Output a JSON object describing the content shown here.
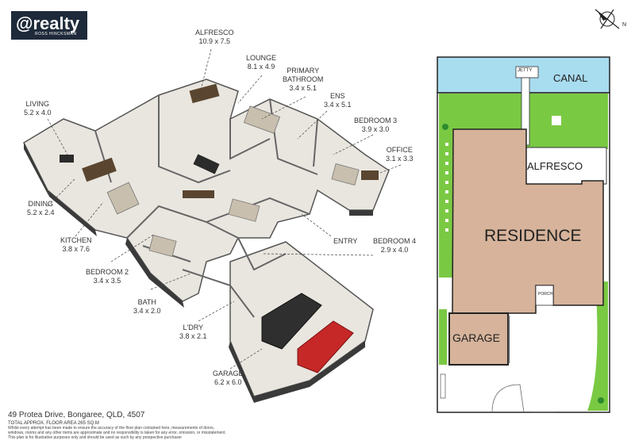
{
  "logo": {
    "text": "@realty",
    "subtext": "ROSS HINCKSMAN"
  },
  "rooms": {
    "alfresco": {
      "name": "ALFRESCO",
      "size": "10.9 x 7.5"
    },
    "lounge": {
      "name": "LOUNGE",
      "size": "8.1 x 4.9"
    },
    "primary_bathroom": {
      "name1": "PRIMARY",
      "name2": "BATHROOM",
      "size": "3.4 x 5.1"
    },
    "ens": {
      "name": "ENS",
      "size": "3.4 x 5.1"
    },
    "bedroom3": {
      "name": "BEDROOM 3",
      "size": "3.9 x 3.0"
    },
    "office": {
      "name": "OFFICE",
      "size": "3.1 x 3.3"
    },
    "living": {
      "name": "LIVING",
      "size": "5.2 x 4.0"
    },
    "dining": {
      "name": "DINING",
      "size": "5.2 x 2.4"
    },
    "kitchen": {
      "name": "KITCHEN",
      "size": "3.8 x 7.6"
    },
    "bedroom2": {
      "name": "BEDROOM 2",
      "size": "3.4 x 3.5"
    },
    "bath": {
      "name": "BATH",
      "size": "3.4 x 2.0"
    },
    "ldry": {
      "name": "L'DRY",
      "size": "3.8 x 2.1"
    },
    "garage": {
      "name": "GARAGE",
      "size": "6.2 x 6.0"
    },
    "entry": {
      "name": "ENTRY"
    },
    "bedroom4": {
      "name": "BEDROOM 4",
      "size": "2.9 x 4.0"
    }
  },
  "site": {
    "canal": "CANAL",
    "jetty": "JETTY",
    "alfresco": "ALFRESCO",
    "residence": "RESIDENCE",
    "garage": "GARAGE",
    "porch": "PORCH",
    "north": "N"
  },
  "footer": {
    "address": "49 Protea Drive, Bongaree, QLD, 4507",
    "area": "TOTAL APPROX. FLOOR AREA 265 SQ.M",
    "disclaimer1": "Whilst every attempt has been made to ensure the accuracy of the floor plan contained here, measurements of doors,",
    "disclaimer2": "windows, rooms and any other items are approximate and no responsibility is taken for any error, omission, or misstatement.",
    "disclaimer3": "This plan is for illustrative purposes only and should be used as such by any prospective purchaser"
  }
}
